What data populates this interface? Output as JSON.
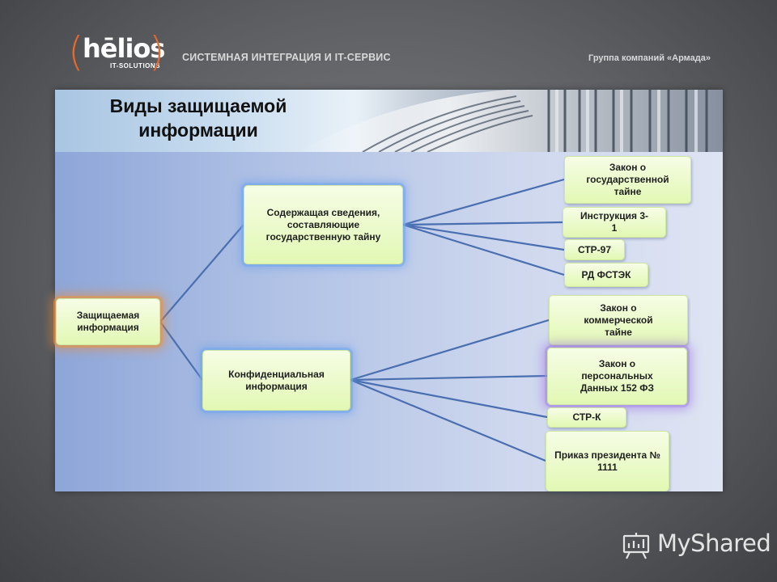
{
  "header": {
    "logo_text": "hēlios",
    "logo_sub": "IT-SOLUTIONS",
    "tagline": "СИСТЕМНАЯ ИНТЕГРАЦИЯ И IT-СЕРВИС",
    "group": "Группа компаний «Армада»"
  },
  "slide": {
    "title_line1": "Виды защищаемой",
    "title_line2": "информации"
  },
  "diagram": {
    "root": "Защищаемая информация",
    "state_secret": "Содержащая сведения, составляющие государственную тайну",
    "confidential": "Конфиденциальная информация",
    "state_children": [
      "Закон о государственной тайне",
      "Инструкция 3-1",
      "СТР-97",
      "РД ФСТЭК"
    ],
    "conf_children": [
      "Закон о коммерческой тайне",
      "Закон о персональных Данных 152 ФЗ",
      "СТР-К",
      "Приказ президента № 1111"
    ]
  },
  "colors": {
    "node_fill": "#e2f8b4",
    "connector": "#4a6fb0",
    "root_glow": "#e68c3c",
    "branch_glow": "#6ea0eb",
    "personal_data_glow": "#a078e6",
    "logo_accent": "#e8692a"
  },
  "watermark": {
    "text": "MyShared"
  }
}
